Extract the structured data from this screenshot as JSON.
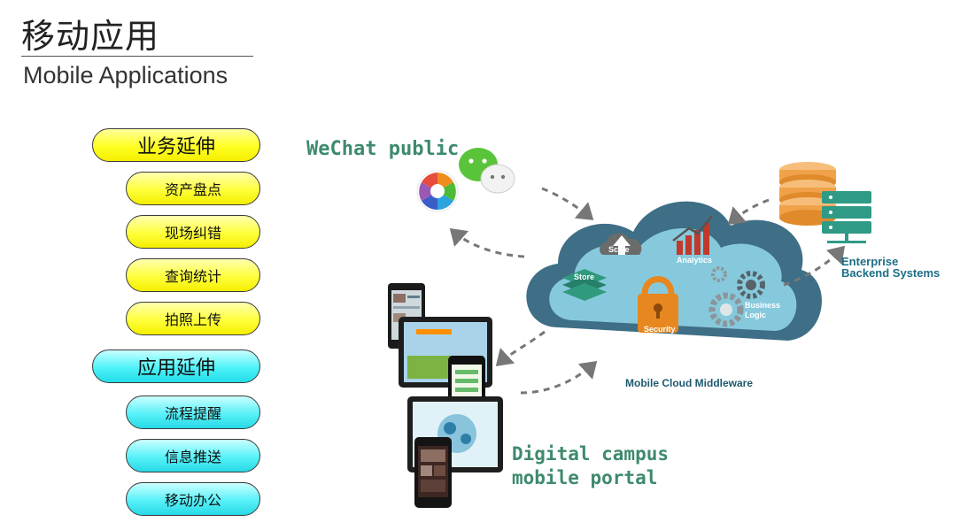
{
  "header": {
    "title_cn": "移动应用",
    "title_en": "Mobile Applications"
  },
  "groups": [
    {
      "label": "业务延伸",
      "color": "#ffff21",
      "items": [
        "资产盘点",
        "现场纠错",
        "查询统计",
        "拍照上传"
      ]
    },
    {
      "label": "应用延伸",
      "color": "#4ef3f9",
      "items": [
        "流程提醒",
        "信息推送",
        "移动办公"
      ]
    }
  ],
  "diagram": {
    "wechat_label": "WeChat public",
    "enterprise_label_line1": "Enterprise",
    "enterprise_label_line2": "Backend Systems",
    "middleware_label": "Mobile Cloud Middleware",
    "campus_label_line1": "Digital campus",
    "campus_label_line2": "mobile portal",
    "cloud_modules": {
      "scale": "Scale",
      "analytics": "Analytics",
      "store": "Store",
      "security": "Security",
      "business_line1": "Business",
      "business_line2": "Logic"
    },
    "colors": {
      "cloud_dark": "#3e6f86",
      "cloud_light": "#8fd3e6",
      "handwriting": "#3e8a6d",
      "store_green": "#2f9a7e",
      "security_orange": "#e6871f",
      "db_orange": "#f0a24a",
      "server_teal": "#2f9a86"
    }
  }
}
